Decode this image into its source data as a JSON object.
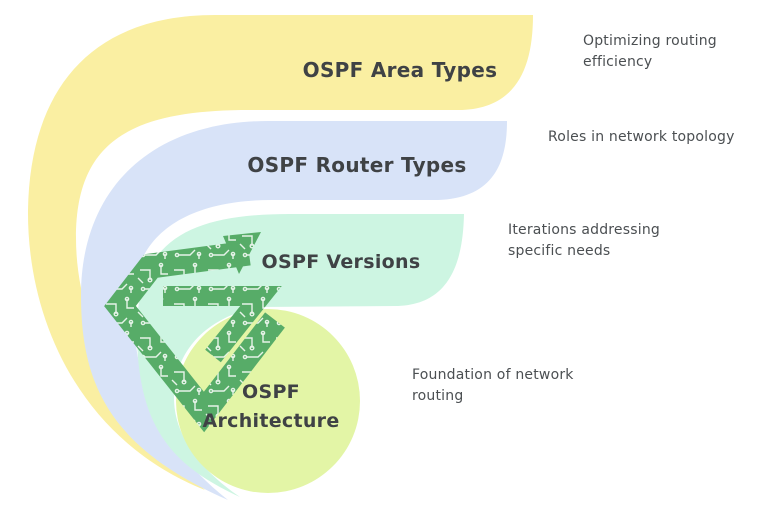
{
  "diagram": {
    "kind": "layered-swoosh-mindmap",
    "topic": "OSPF"
  },
  "items": [
    {
      "label": "OSPF Area Types",
      "description": "Optimizing routing efficiency",
      "color": "#FAEFA2"
    },
    {
      "label": "OSPF Router Types",
      "description": "Roles in network topology",
      "color": "#D8E3F8"
    },
    {
      "label": "OSPF Versions",
      "description": "Iterations addressing specific needs",
      "color": "#CDF5E2"
    },
    {
      "label": "OSPF Architecture",
      "description": "Foundation of network routing",
      "color": "#E3F5A6"
    }
  ],
  "icon": {
    "name": "circuit-arrow-icon",
    "fill": "#57AC68",
    "trace": "#FFFFFF"
  },
  "text_colors": {
    "title": "#3F4245",
    "description": "#4B4F52"
  }
}
